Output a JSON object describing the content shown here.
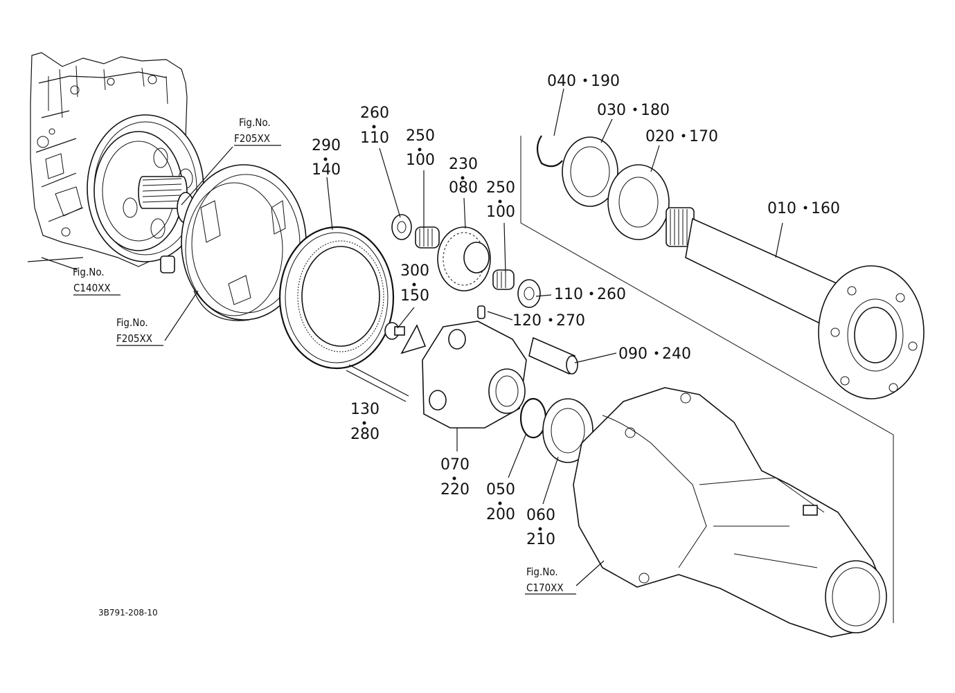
{
  "document_code": "3B791-208-10",
  "fig_refs": {
    "top": {
      "line1": "Fig.No.",
      "line2": "F205XX"
    },
    "left_c140": {
      "line1": "Fig.No.",
      "line2": "C140XX"
    },
    "left_f205": {
      "line1": "Fig.No.",
      "line2": "F205XX"
    },
    "bottom_c170": {
      "line1": "Fig.No.",
      "line2": "C170XX"
    }
  },
  "callouts": {
    "c010": {
      "a": "010",
      "b": "160"
    },
    "c020": {
      "a": "020",
      "b": "170"
    },
    "c030": {
      "a": "030",
      "b": "180"
    },
    "c040": {
      "a": "040",
      "b": "190"
    },
    "c050": {
      "a": "050",
      "b": "200"
    },
    "c060": {
      "a": "060",
      "b": "210"
    },
    "c070": {
      "a": "070",
      "b": "220"
    },
    "c090": {
      "a": "090",
      "b": "240"
    },
    "c110r": {
      "a": "110",
      "b": "260"
    },
    "c120": {
      "a": "120",
      "b": "270"
    },
    "c130": {
      "a": "130",
      "b": "280"
    },
    "c230": {
      "a": "230",
      "b": "080"
    },
    "c250a": {
      "a": "250",
      "b": "100"
    },
    "c250b": {
      "a": "250",
      "b": "100"
    },
    "c260": {
      "a": "260",
      "b": "110"
    },
    "c290": {
      "a": "290",
      "b": "140"
    },
    "c300": {
      "a": "300",
      "b": "150"
    }
  }
}
